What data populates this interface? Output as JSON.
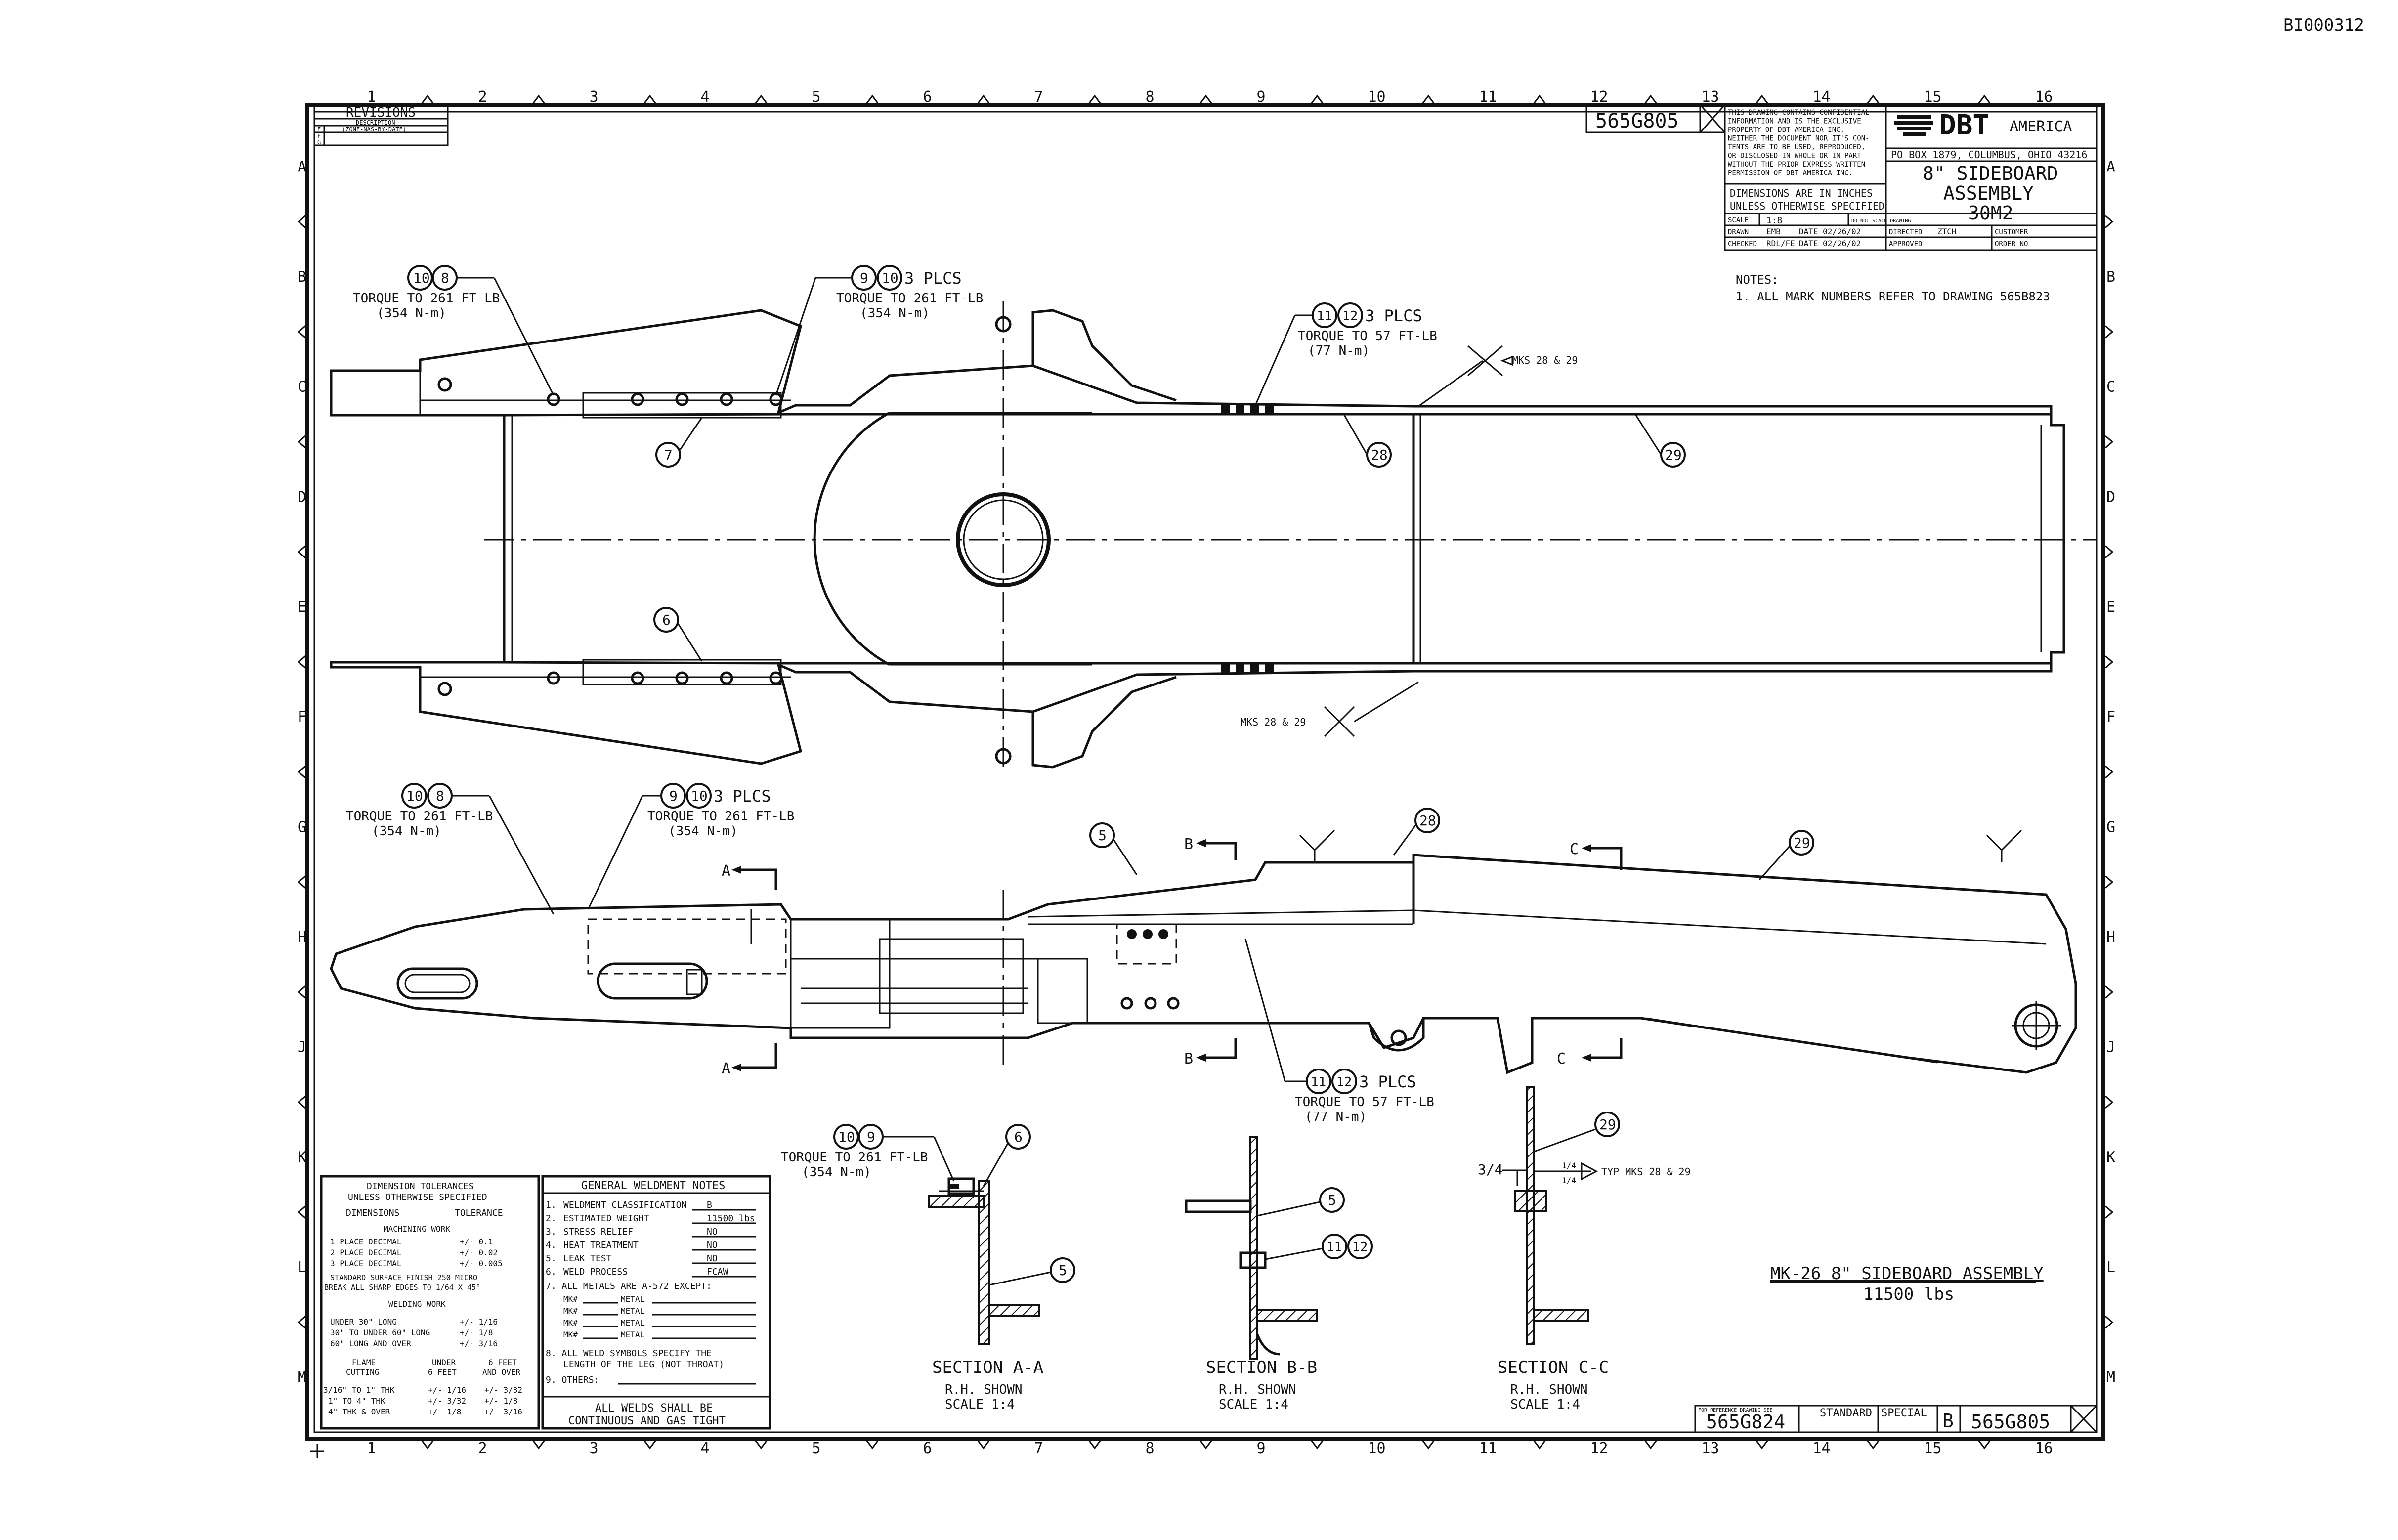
{
  "sheet_id": "BI000312",
  "zone_columns": [
    "1",
    "2",
    "3",
    "4",
    "5",
    "6",
    "7",
    "8",
    "9",
    "10",
    "11",
    "12",
    "13",
    "14",
    "15",
    "16"
  ],
  "zone_rows": [
    "A",
    "B",
    "C",
    "D",
    "E",
    "F",
    "G",
    "H",
    "J",
    "K",
    "L",
    "M"
  ],
  "revisions": {
    "title": "REVISIONS",
    "sub1": "DESCRIPTION",
    "sub2": "(ZONE-NAS-BY-DATE)",
    "rev_letters": [
      "E",
      "F",
      "G"
    ]
  },
  "drawing_number_top": "565G805",
  "confidential_lines": [
    "THIS DRAWING CONTAINS CONFIDENTIAL",
    "INFORMATION AND IS THE EXCLUSIVE",
    "PROPERTY OF DBT AMERICA INC.",
    "NEITHER THE DOCUMENT NOR IT'S CON-",
    "TENTS ARE TO BE USED, REPRODUCED,",
    "OR DISCLOSED IN WHOLE OR IN PART",
    "WITHOUT THE PRIOR EXPRESS WRITTEN",
    "PERMISSION OF DBT AMERICA INC."
  ],
  "dimensions_note": [
    "DIMENSIONS ARE IN INCHES",
    "UNLESS OTHERWISE SPECIFIED"
  ],
  "company": {
    "name": "DBT",
    "name_suffix": "AMERICA",
    "address": "PO BOX 1879, COLUMBUS, OHIO 43216"
  },
  "drawing_title": [
    "8\" SIDEBOARD",
    "ASSEMBLY",
    "30M2"
  ],
  "title_block_rows": {
    "scale_label": "SCALE",
    "scale_value": "1:8",
    "do_not_scale": "DO NOT SCALE DRAWING",
    "drawn_label": "DRAWN",
    "drawn_by": "EMB",
    "drawn_date": "DATE 02/26/02",
    "checked_label": "CHECKED",
    "checked_by": "RDL/FE",
    "checked_date": "DATE 02/26/02",
    "directed_label": "DIRECTED",
    "directed_value": "ZTCH",
    "approved_label": "APPROVED",
    "customer_label": "CUSTOMER",
    "order_label": "ORDER NO"
  },
  "notes": {
    "title": "NOTES:",
    "items": [
      "1. ALL MARK NUMBERS REFER TO DRAWING 565B823"
    ]
  },
  "callouts": {
    "c1_marks": [
      "10",
      "8"
    ],
    "c1_text": [
      "TORQUE TO 261 FT-LB",
      "(354 N-m)"
    ],
    "c2_marks": [
      "9",
      "10"
    ],
    "c2_suffix": "3 PLCS",
    "c2_text": [
      "TORQUE TO 261 FT-LB",
      "(354 N-m)"
    ],
    "c3_marks": [
      "11",
      "12"
    ],
    "c3_suffix": "3 PLCS",
    "c3_text": [
      "TORQUE TO 57 FT-LB",
      "(77 N-m)"
    ],
    "weld_top": "MKS 28 & 29",
    "weld_bottom": "MKS 28 & 29",
    "m28": "28",
    "m29": "29",
    "m7": "7",
    "m6": "6",
    "c4_marks": [
      "10",
      "8"
    ],
    "c4_text": [
      "TORQUE TO 261 FT-LB",
      "(354 N-m)"
    ],
    "c5_marks": [
      "9",
      "10"
    ],
    "c5_suffix": "3 PLCS",
    "c5_text": [
      "TORQUE TO 261 FT-LB",
      "(354 N-m)"
    ],
    "m5": "5",
    "c6_marks": [
      "11",
      "12"
    ],
    "c6_suffix": "3 PLCS",
    "c6_text": [
      "TORQUE TO 57 FT-LB",
      "(77 N-m)"
    ],
    "sec_a": "A",
    "sec_b": "B",
    "sec_c": "C",
    "c7_marks": [
      "10",
      "9"
    ],
    "c7_text": [
      "TORQUE TO 261 FT-LB",
      "(354 N-m)"
    ],
    "m6b": "6",
    "m5b": "5",
    "m5c": "5",
    "m11": "11",
    "m12": "12",
    "m29b": "29",
    "dim_34": "3/4",
    "weld_c": "TYP MKS 28 & 29",
    "weld_c_size": [
      "1/4",
      "1/4"
    ]
  },
  "sections": [
    {
      "title": "SECTION A-A",
      "l1": "R.H. SHOWN",
      "l2": "SCALE 1:4"
    },
    {
      "title": "SECTION B-B",
      "l1": "R.H. SHOWN",
      "l2": "SCALE 1:4"
    },
    {
      "title": "SECTION C-C",
      "l1": "R.H. SHOWN",
      "l2": "SCALE 1:4"
    }
  ],
  "assembly_label": {
    "title": "MK-26 8\" SIDEBOARD ASSEMBLY",
    "weight": "11500 lbs"
  },
  "tolerances": {
    "title": [
      "DIMENSION TOLERANCES",
      "UNLESS OTHERWISE SPECIFIED"
    ],
    "col1": "DIMENSIONS",
    "col2": "TOLERANCE",
    "machining": "MACHINING WORK",
    "mrows": [
      [
        "1 PLACE DECIMAL",
        "+/- 0.1"
      ],
      [
        "2 PLACE DECIMAL",
        "+/- 0.02"
      ],
      [
        "3 PLACE DECIMAL",
        "+/- 0.005"
      ]
    ],
    "finish": [
      "STANDARD SURFACE FINISH 250 MICRO",
      "BREAK ALL SHARP EDGES TO 1/64 X 45°"
    ],
    "welding": "WELDING WORK",
    "wrows": [
      [
        "UNDER 30\" LONG",
        "+/- 1/16"
      ],
      [
        "30\" TO UNDER 60\" LONG",
        "+/- 1/8"
      ],
      [
        "60\" LONG AND OVER",
        "+/- 3/16"
      ]
    ],
    "flame": [
      "FLAME",
      "CUTTING"
    ],
    "under": [
      "UNDER",
      "6 FEET"
    ],
    "over": [
      "6 FEET",
      "AND OVER"
    ],
    "frows": [
      [
        "3/16\" TO 1\" THK",
        "+/- 1/16",
        "+/- 3/32"
      ],
      [
        "1\" TO 4\" THK",
        "+/- 3/32",
        "+/- 1/8"
      ],
      [
        "4\" THK & OVER",
        "+/- 1/8",
        "+/- 3/16"
      ]
    ]
  },
  "weldment_notes": {
    "title": "GENERAL WELDMENT NOTES",
    "items": [
      [
        "1.",
        "WELDMENT CLASSIFICATION",
        "B"
      ],
      [
        "2.",
        "ESTIMATED WEIGHT",
        "11500 lbs"
      ],
      [
        "3.",
        "STRESS RELIEF",
        "NO"
      ],
      [
        "4.",
        "HEAT TREATMENT",
        "NO"
      ],
      [
        "5.",
        "LEAK TEST",
        "NO"
      ],
      [
        "6.",
        "WELD PROCESS",
        "FCAW"
      ]
    ],
    "item7": "7.  ALL METALS ARE A-572 EXCEPT:",
    "mk_rows": [
      "MK#",
      "MK#",
      "MK#",
      "MK#"
    ],
    "metal": "METAL",
    "item8": [
      "8.  ALL WELD SYMBOLS SPECIFY THE",
      "LENGTH OF THE LEG (NOT THROAT)"
    ],
    "item9": "9.  OTHERS:",
    "footer": [
      "ALL WELDS SHALL BE",
      "CONTINUOUS AND GAS TIGHT"
    ]
  },
  "bottom_block": {
    "for_ref": "FOR REFERENCE DRAWING SEE",
    "ref_dwg": "565G824",
    "standard": "STANDARD",
    "special": "SPECIAL",
    "size": "B",
    "drawing_number": "565G805"
  }
}
